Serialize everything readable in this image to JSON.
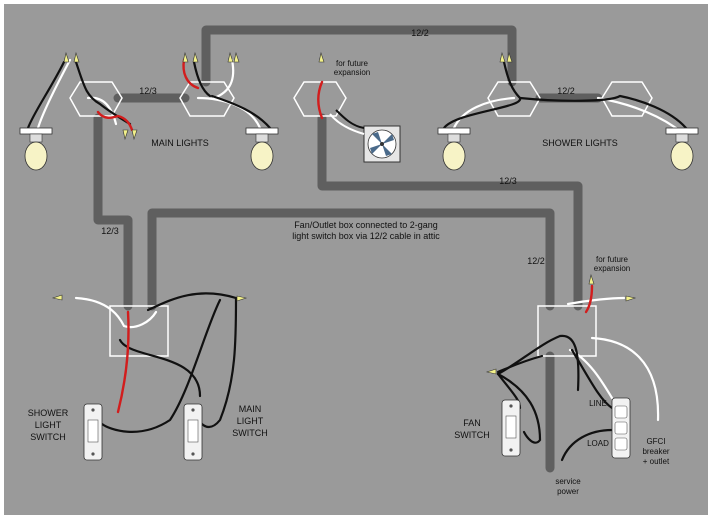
{
  "colors": {
    "background": "#ffffff",
    "panel": "#9a9a9a",
    "cable": "#5f5f5f",
    "black_wire": "#111111",
    "white_wire": "#ffffff",
    "red_wire": "#d21d1d",
    "box_outline": "#ffffff",
    "bulb": "#f7f3c6",
    "wire_nut": "#f3f18a"
  },
  "labels": {
    "cable_top": "12/2",
    "cable_left_rooms": "12/3",
    "cable_right_rooms": "12/2",
    "cable_vertical_left": "12/3",
    "cable_mid": "12/3",
    "cable_vertical_right": "12/2",
    "main_lights": "MAIN LIGHTS",
    "shower_lights": "SHOWER LIGHTS",
    "future_top_1": "for future",
    "future_top_2": "expansion",
    "future_right_1": "for future",
    "future_right_2": "expansion",
    "note_line_1": "Fan/Outlet box connected to 2-gang",
    "note_line_2": "light switch box via 12/2 cable in attic",
    "shower_switch_1": "SHOWER",
    "shower_switch_2": "LIGHT",
    "shower_switch_3": "SWITCH",
    "main_switch_1": "MAIN",
    "main_switch_2": "LIGHT",
    "main_switch_3": "SWITCH",
    "fan_switch_1": "FAN",
    "fan_switch_2": "SWITCH",
    "line": "LINE",
    "load": "LOAD",
    "gfci_1": "GFCI",
    "gfci_2": "breaker",
    "gfci_3": "+ outlet",
    "service_1": "service",
    "service_2": "power"
  }
}
